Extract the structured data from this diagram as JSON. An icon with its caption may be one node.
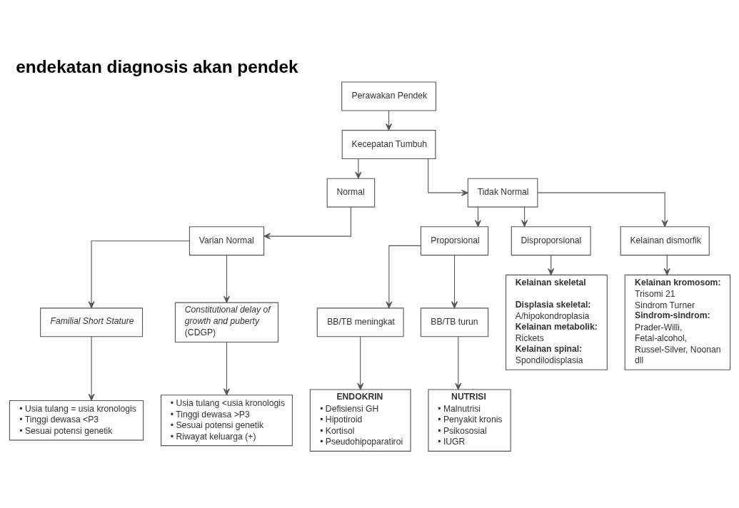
{
  "diagram": {
    "title": "endekatan diagnosis akan pendek",
    "nodes": [
      {
        "text": [
          "Perawakan Pendek"
        ]
      },
      {
        "text": [
          "Kecepatan Tumbuh"
        ]
      },
      {
        "text": [
          "Normal"
        ]
      },
      {
        "text": [
          "Tidak Normal"
        ]
      },
      {
        "text": [
          "Varian Normal"
        ]
      },
      {
        "text": [
          "Proporsional"
        ]
      },
      {
        "text": [
          "Disproporsional"
        ]
      },
      {
        "text": [
          "Familial Short Stature"
        ]
      },
      {
        "text": [
          "Constitutional delay of growth and puberty",
          "(CDGP)"
        ]
      },
      {
        "text": [
          "BB/TB meningkat"
        ]
      },
      {
        "text": [
          "BB/TB turun"
        ]
      },
      {
        "text": [
          "• Usia tulang = usia kronologis",
          "• Tinggi dewasa <P3",
          "• Sesuai potensi genetik"
        ]
      },
      {
        "text": [
          "• Usia tulang <usia kronologis",
          "• Tinggi dewasa >P3",
          "• Sesuai potensi genetik",
          "• Riwayat keluarga (+)"
        ]
      },
      {
        "text": [
          "ENDOKRIN",
          "• Defisiensi GH",
          "• Hipotiroid",
          "• Kortisol",
          "• Pseudohipoparatiroi"
        ]
      },
      {
        "text": [
          "NUTRISI",
          "• Malnutrisi",
          "• Penyakit kronis",
          "• Psikososial",
          "• IUGR"
        ]
      },
      {
        "text": [
          "Kelainan skeletal",
          "Displasia skeletal:",
          "A/hipokondroplasia",
          "Kelainan metabolik:",
          "Rickets",
          "Kelainan spinal:",
          "Spondilodisplasia"
        ]
      },
      {
        "text": [
          "Kelainan dismorfik"
        ]
      },
      {
        "text": [
          "Kelainan kromosom:",
          "Trisomi 21",
          "Sindrom Turner",
          "Sindrom-sindrom:",
          "Prader-Willi, Fetal-alcohol, Russel-Silver, Noonan dll"
        ]
      }
    ],
    "edges": [
      {
        "from": 0,
        "to": 1,
        "arrow": "to"
      },
      {
        "from": 1,
        "to": 2,
        "arrow": "to"
      },
      {
        "from": 1,
        "to": 3,
        "arrow": "to"
      },
      {
        "from": 2,
        "to": 4,
        "arrow": "to"
      },
      {
        "from": 3,
        "to": 5,
        "arrow": "to"
      },
      {
        "from": 3,
        "to": 6,
        "arrow": "to"
      },
      {
        "from": 4,
        "to": 7,
        "arrow": "to"
      },
      {
        "from": 4,
        "to": 8,
        "arrow": "to"
      },
      {
        "from": 5,
        "to": 9,
        "arrow": "to"
      },
      {
        "from": 5,
        "to": 10,
        "arrow": "to"
      },
      {
        "from": 7,
        "to": 11,
        "arrow": "to"
      },
      {
        "from": 8,
        "to": 12,
        "arrow": "to"
      },
      {
        "from": 9,
        "to": 13,
        "arrow": "to"
      },
      {
        "from": 10,
        "to": 14,
        "arrow": "to"
      },
      {
        "from": 6,
        "to": 15,
        "arrow": "to"
      },
      {
        "from": 3,
        "to": 16,
        "arrow": "to"
      },
      {
        "from": 16,
        "to": 17,
        "arrow": "to"
      }
    ]
  }
}
